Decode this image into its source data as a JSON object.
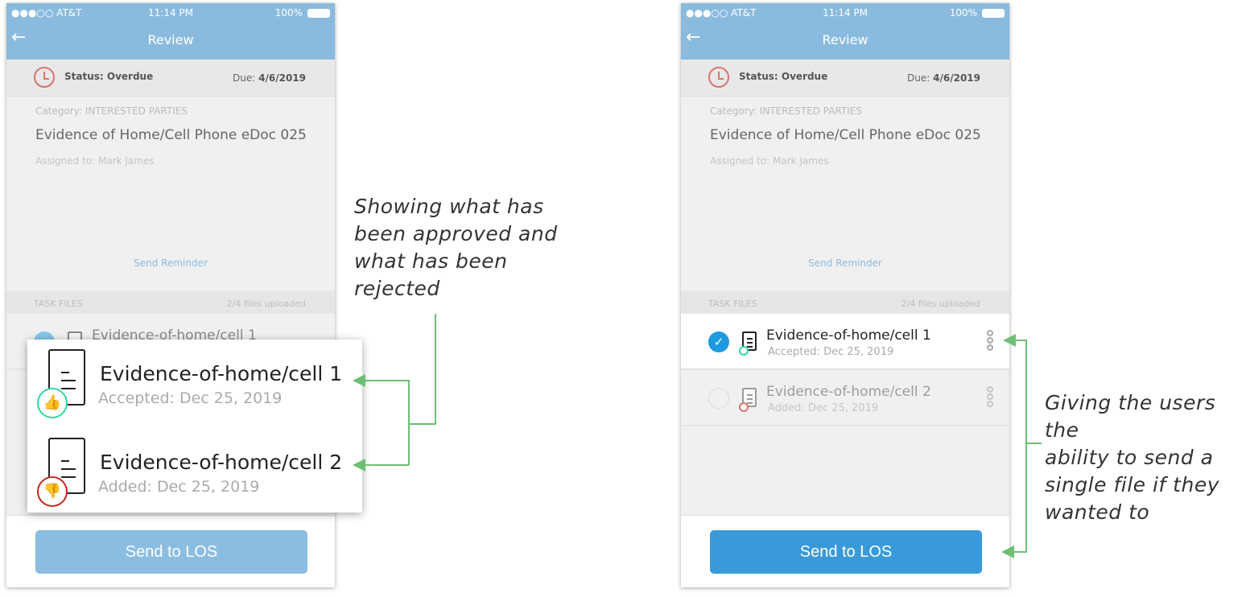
{
  "status_bar": {
    "carrier": "●●●○○ AT&T",
    "time": "11:14 PM",
    "battery": "100%"
  },
  "nav": {
    "title": "Review"
  },
  "task": {
    "status": "Status: Overdue",
    "due_label": "Due:",
    "due_date": "4/6/2019",
    "category": "Category: INTERESTED PARTIES",
    "name": "Evidence of Home/Cell Phone eDoc 025",
    "assigned": "Assigned to: Mark James",
    "send_reminder": "Send Reminder"
  },
  "files_header": {
    "label": "TASK FILES",
    "count": "2/4 files uploaded"
  },
  "files": [
    {
      "name": "Evidence-of-home/cell 1",
      "date": "Accepted: Dec 25, 2019",
      "status": "approved",
      "selected": true
    },
    {
      "name": "Evidence-of-home/cell 2",
      "date": "Added: Dec 25, 2019",
      "status": "rejected",
      "selected": false
    }
  ],
  "send_button": "Send to LOS",
  "annotations": {
    "left": [
      "Showing what has",
      "been approved and",
      "what has been",
      "rejected"
    ],
    "right": [
      "Giving the users the",
      "ability to send a",
      "single file if they",
      "wanted to"
    ]
  },
  "colors": {
    "nav": "#8abbdf",
    "accepted": "#2fd9a0",
    "rejected": "#c8261f",
    "button_active": "#3a9ad9",
    "button_disabled": "#8bbde0",
    "arrow": "#6dbf73"
  }
}
